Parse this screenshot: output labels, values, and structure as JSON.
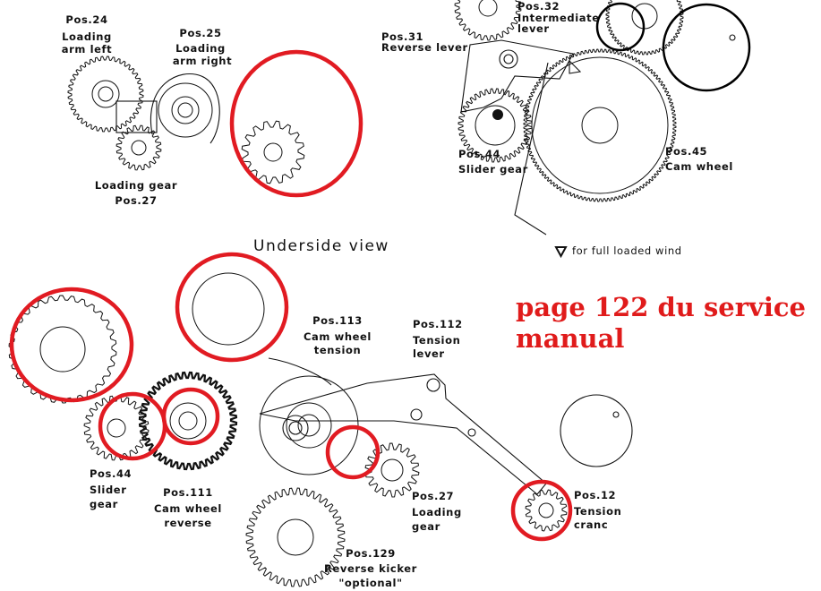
{
  "top_left": {
    "pos24": [
      "Pos.24",
      "Loading",
      "arm left"
    ],
    "pos25": [
      "Pos.25",
      "Loading",
      "arm right"
    ],
    "pos27": [
      "Loading gear",
      "Pos.27"
    ]
  },
  "top_right": {
    "pos31": [
      "Pos.31",
      "Reverse lever"
    ],
    "pos32": [
      "Pos.32",
      "Intermediate",
      "lever"
    ],
    "pos44": [
      "Pos.44",
      "Slider gear"
    ],
    "pos45": [
      "Pos.45",
      "Cam wheel"
    ],
    "full_wind_note": "for full loaded wind"
  },
  "section_title": "Underside view",
  "annotation": [
    "page 122 du service",
    "manual"
  ],
  "annotation_color": "#e01b1b",
  "bottom": {
    "pos113": [
      "Pos.113",
      "Cam wheel",
      "tension"
    ],
    "pos112": [
      "Pos.112",
      "Tension",
      "lever"
    ],
    "pos44": [
      "Pos.44",
      "Slider",
      "gear"
    ],
    "pos111": [
      "Pos.111",
      "Cam wheel",
      "reverse"
    ],
    "pos27": [
      "Pos.27",
      "Loading",
      "gear"
    ],
    "pos12": [
      "Pos.12",
      "Tension",
      "cranc"
    ],
    "pos129": [
      "Pos.129",
      "Reverse kicker",
      "\"optional\""
    ]
  }
}
